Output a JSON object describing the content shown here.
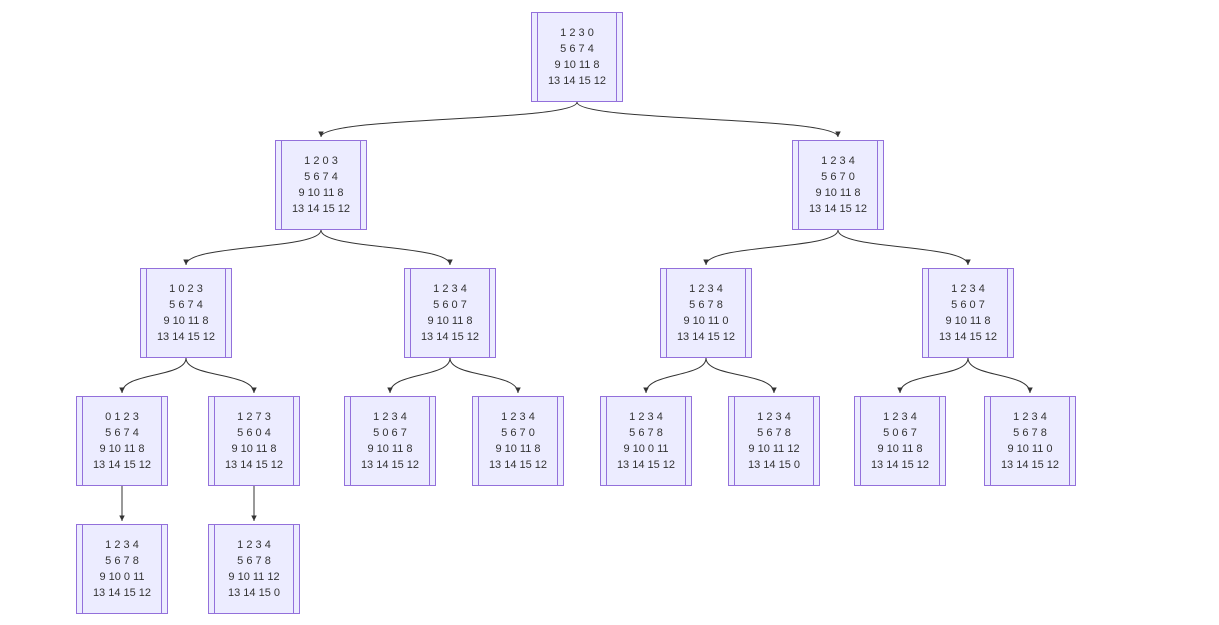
{
  "diagram_type": "search-tree",
  "colors": {
    "node_fill": "#ececff",
    "node_border": "#9370db",
    "edge": "#333333",
    "text": "#333333",
    "background": "#ffffff"
  },
  "nodes": [
    {
      "id": "root",
      "lines": [
        "1 2 3 0",
        "5 6 7 4",
        "9 10 11 8",
        "13 14 15 12"
      ]
    },
    {
      "id": "n1",
      "lines": [
        "1 2 0 3",
        "5 6 7 4",
        "9 10 11 8",
        "13 14 15 12"
      ]
    },
    {
      "id": "n2",
      "lines": [
        "1 2 3 4",
        "5 6 7 0",
        "9 10 11 8",
        "13 14 15 12"
      ]
    },
    {
      "id": "n3",
      "lines": [
        "1 0 2 3",
        "5 6 7 4",
        "9 10 11 8",
        "13 14 15 12"
      ]
    },
    {
      "id": "n4",
      "lines": [
        "1 2 3 4",
        "5 6 0 7",
        "9 10 11 8",
        "13 14 15 12"
      ]
    },
    {
      "id": "n5",
      "lines": [
        "1 2 3 4",
        "5 6 7 8",
        "9 10 11 0",
        "13 14 15 12"
      ]
    },
    {
      "id": "n6",
      "lines": [
        "1 2 3 4",
        "5 6 0 7",
        "9 10 11 8",
        "13 14 15 12"
      ]
    },
    {
      "id": "n7",
      "lines": [
        "0 1 2 3",
        "5 6 7 4",
        "9 10 11 8",
        "13 14 15 12"
      ]
    },
    {
      "id": "n8",
      "lines": [
        "1 2 7 3",
        "5 6 0 4",
        "9 10 11 8",
        "13 14 15 12"
      ]
    },
    {
      "id": "n9",
      "lines": [
        "1 2 3 4",
        "5 0 6 7",
        "9 10 11 8",
        "13 14 15 12"
      ]
    },
    {
      "id": "n10",
      "lines": [
        "1 2 3 4",
        "5 6 7 0",
        "9 10 11 8",
        "13 14 15 12"
      ]
    },
    {
      "id": "n11",
      "lines": [
        "1 2 3 4",
        "5 6 7 8",
        "9 10 0 11",
        "13 14 15 12"
      ]
    },
    {
      "id": "n12",
      "lines": [
        "1 2 3 4",
        "5 6 7 8",
        "9 10 11 12",
        "13 14 15 0"
      ]
    },
    {
      "id": "n13",
      "lines": [
        "1 2 3 4",
        "5 0 6 7",
        "9 10 11 8",
        "13 14 15 12"
      ]
    },
    {
      "id": "n14",
      "lines": [
        "1 2 3 4",
        "5 6 7 8",
        "9 10 11 0",
        "13 14 15 12"
      ]
    },
    {
      "id": "n15",
      "lines": [
        "1 2 3 4",
        "5 6 7 8",
        "9 10 0 11",
        "13 14 15 12"
      ]
    },
    {
      "id": "n16",
      "lines": [
        "1 2 3 4",
        "5 6 7 8",
        "9 10 11 12",
        "13 14 15 0"
      ]
    }
  ],
  "edges": [
    {
      "from": "root",
      "to": "n1"
    },
    {
      "from": "root",
      "to": "n2"
    },
    {
      "from": "n1",
      "to": "n3"
    },
    {
      "from": "n1",
      "to": "n4"
    },
    {
      "from": "n2",
      "to": "n5"
    },
    {
      "from": "n2",
      "to": "n6"
    },
    {
      "from": "n3",
      "to": "n7"
    },
    {
      "from": "n3",
      "to": "n8"
    },
    {
      "from": "n4",
      "to": "n9"
    },
    {
      "from": "n4",
      "to": "n10"
    },
    {
      "from": "n5",
      "to": "n11"
    },
    {
      "from": "n5",
      "to": "n12"
    },
    {
      "from": "n6",
      "to": "n13"
    },
    {
      "from": "n6",
      "to": "n14"
    },
    {
      "from": "n7",
      "to": "n15"
    },
    {
      "from": "n8",
      "to": "n16"
    }
  ]
}
